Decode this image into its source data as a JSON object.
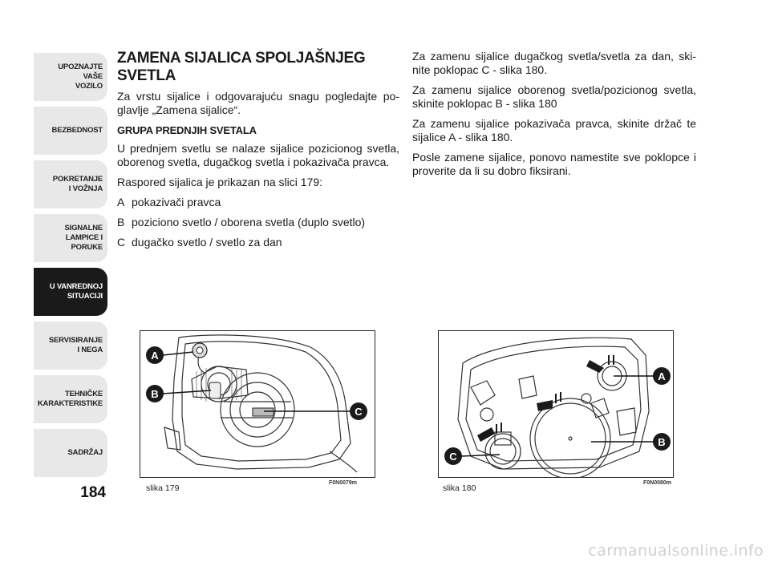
{
  "sidebar": {
    "tabs": [
      {
        "label": "UPOZNAJTE\nVAŠE\nVOZILO",
        "active": false
      },
      {
        "label": "BEZBEDNOST",
        "active": false
      },
      {
        "label": "POKRETANJE\nI VOŽNJA",
        "active": false
      },
      {
        "label": "SIGNALNE\nLAMPICE I PORUKE",
        "active": false
      },
      {
        "label": "U VANREDNOJ\nSITUACIJI",
        "active": true
      },
      {
        "label": "SERVISIRANJE\nI NEGA",
        "active": false
      },
      {
        "label": "TEHNIČKE\nKARAKTERISTIKE",
        "active": false
      },
      {
        "label": "SADRŽAJ",
        "active": false
      }
    ],
    "page_number": "184"
  },
  "left_column": {
    "title": "ZAMENA SIJALICA SPOLJAŠNJEG SVETLA",
    "intro": "Za vrstu sijalice i odgovarajuću snagu pogledajte po-glavlje „Zamena sijalice“.",
    "subheading": "GRUPA PREDNJIH SVETALA",
    "para1": "U prednjem svetlu se nalaze sijalice pozicionog svetla, oborenog svetla, dugačkog svetla i pokazivača pravca.",
    "para2": "Raspored sijalica je prikazan na slici 179:",
    "list": [
      {
        "letter": "A",
        "text": "pokazivači pravca"
      },
      {
        "letter": "B",
        "text": "poziciono svetlo / oborena svetla (duplo svetlo)"
      },
      {
        "letter": "C",
        "text": "dugačko svetlo / svetlo za dan"
      }
    ]
  },
  "right_column": {
    "paragraphs": [
      "Za zamenu sijalice dugačkog svetla/svetla za dan, ski-nite poklopac C - slika 180.",
      "Za zamenu sijalice oborenog svetla/pozicionog svetla, skinite poklopac B - slika 180",
      "Za zamenu sijalice pokazivača pravca, skinite držač te sijalice A - slika 180.",
      "Posle zamene sijalice, ponovo namestite sve poklopce i proverite da li su dobro fiksirani."
    ]
  },
  "figures": [
    {
      "caption": "slika 179",
      "code": "F0N0079m",
      "markers": [
        "A",
        "B",
        "C"
      ]
    },
    {
      "caption": "slika 180",
      "code": "F0N0080m",
      "markers": [
        "A",
        "B",
        "C"
      ]
    }
  ],
  "watermark": "carmanualsonline.info",
  "colors": {
    "tab_bg": "#e8e8e8",
    "tab_active_bg": "#1a1a1a",
    "marker": "#1a1a1a"
  }
}
